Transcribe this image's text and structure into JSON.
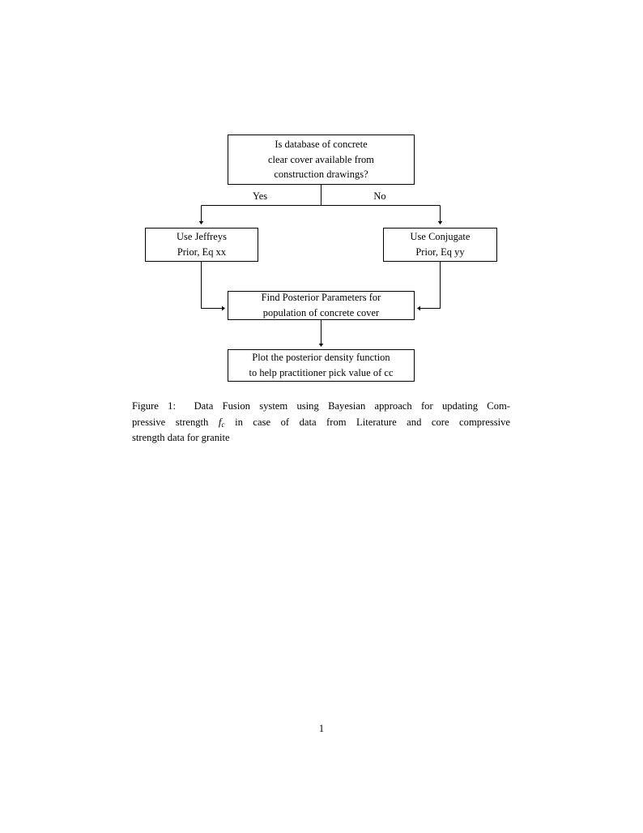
{
  "document": {
    "page_number": "1",
    "background_color": "#ffffff",
    "ink_color": "#000000"
  },
  "figure": {
    "nodes": [
      {
        "id": "question",
        "name": "decision-box-database-available",
        "lines": [
          "Is database of concrete",
          "clear cover available from",
          "construction drawings?"
        ]
      },
      {
        "id": "jeffreys",
        "name": "process-box-jeffreys-prior",
        "lines": [
          "Use Jeffreys",
          "Prior, Eq xx"
        ]
      },
      {
        "id": "conjugate",
        "name": "process-box-conjugate-prior",
        "lines": [
          "Use Conjugate",
          "Prior, Eq yy"
        ]
      },
      {
        "id": "posterior",
        "name": "process-box-find-posterior-parameters",
        "lines": [
          "Find Posterior Parameters for",
          "population of concrete cover"
        ]
      },
      {
        "id": "plot",
        "name": "process-box-plot-posterior-density",
        "lines": [
          "Plot the posterior density function",
          "to help practitioner pick value of cc"
        ]
      }
    ],
    "edge_labels": {
      "yes": "Yes",
      "no": "No"
    }
  },
  "caption": {
    "label": "Figure 1:",
    "line1_before_math": "Data Fusion system using Bayesian approach for updating Com-",
    "line2_before_math": "pressive strength",
    "math_symbol": "f",
    "math_subscript": "c",
    "line2_after_math": "in case of data from Literature and core compressive",
    "line3": "strength data for granite",
    "full_text": "Figure 1: Data Fusion system using Bayesian approach for updating Compressive strength fc in case of data from Literature and core compressive strength data for granite"
  }
}
